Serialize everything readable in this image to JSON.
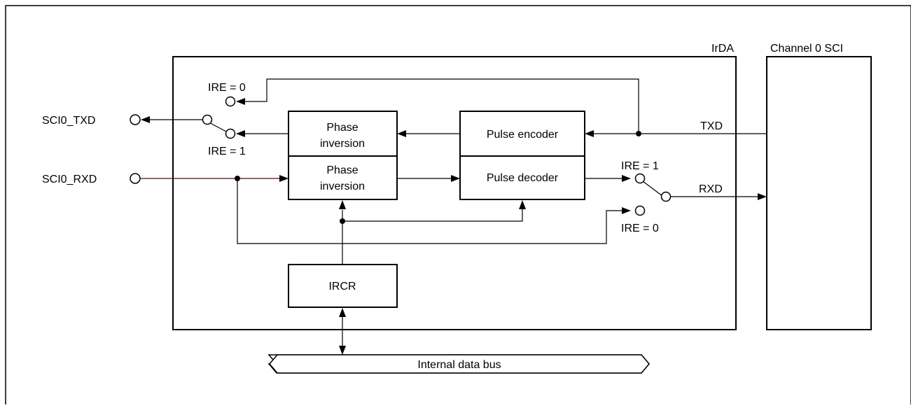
{
  "labels": {
    "irda": "IrDA",
    "channel_sci": "Channel 0 SCI",
    "sci0_txd": "SCI0_TXD",
    "sci0_rxd": "SCI0_RXD",
    "ire0_top": "IRE = 0",
    "ire1_tx": "IRE = 1",
    "ire1_rx": "IRE = 1",
    "ire0_bottom": "IRE = 0",
    "txd": "TXD",
    "rxd": "RXD",
    "phase_inversion_tx_l1": "Phase",
    "phase_inversion_tx_l2": "inversion",
    "phase_inversion_rx_l1": "Phase",
    "phase_inversion_rx_l2": "inversion",
    "pulse_encoder": "Pulse encoder",
    "pulse_decoder": "Pulse decoder",
    "ircr": "IRCR",
    "internal_data_bus": "Internal data bus"
  }
}
